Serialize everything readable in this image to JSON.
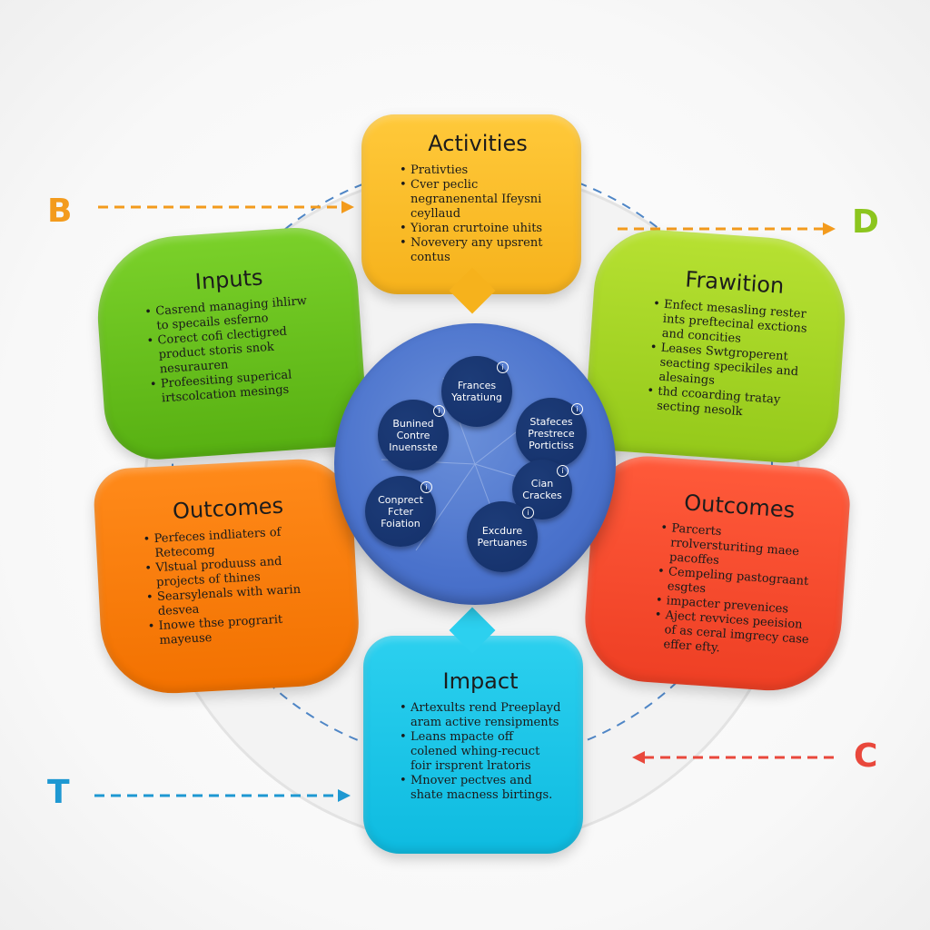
{
  "diagram": {
    "cards": {
      "activities": {
        "title": "Activities",
        "bullets": [
          "Prativties",
          "Cver peclic negranenental Ifeysni ceyllaud",
          "Yioran crurtoine uhits",
          "Novevery any upsrent contus"
        ],
        "color": "#f6b21c"
      },
      "inputs": {
        "title": "Inputs",
        "bullets": [
          "Casrend managing ihlirw to specails esferno",
          "Corect cofi clectigred product storis snok nesurauren",
          "Profeesiting superical irtscolcation mesings"
        ],
        "color": "#57b012"
      },
      "transition": {
        "title": "Frawition",
        "bullets": [
          "Enfect mesasling rester ints preftecinal exctions and concities",
          "Leases Swtgroperent seacting specikiles and alesaings",
          "thd ccoarding tratay secting nesolk"
        ],
        "color": "#94c91a"
      },
      "outcomes_left": {
        "title": "Outcomes",
        "bullets": [
          "Perfeces indliaters of Retecomg",
          "Vlstual produuss and projects of thines",
          "Searsylenals with warin desvea",
          "Inowe thse prograrit mayeuse"
        ],
        "color": "#f27100"
      },
      "outcomes_right": {
        "title": "Outcomes",
        "bullets": [
          "Parcerts rrolversturiting maee pacoffes",
          "Cempeling pastograant esgtes",
          "impacter prevenices",
          "Aject revvices peeision of as ceral imgrecy case effer efty."
        ],
        "color": "#ee3f24"
      },
      "impact": {
        "title": "Impact",
        "bullets": [
          "Artexults rend Preeplayd aram active rensipments",
          "Leans mpacte off colened whing-recuct foir irsprent lratoris",
          "Mnover pectves and shate macness birtings."
        ],
        "color": "#0ebbe0"
      }
    },
    "hub": {
      "color": "#4a72cc",
      "bubbles": [
        {
          "label": "Frances Yatratiung",
          "icon": "info-icon"
        },
        {
          "label": "Stafeces Prestrece Portictiss",
          "icon": "info-icon"
        },
        {
          "label": "Cian Crackes",
          "icon": "info-icon"
        },
        {
          "label": "Excdure Pertuanes",
          "icon": "info-icon"
        },
        {
          "label": "Conprect Fcter Foiation",
          "icon": "info-icon"
        },
        {
          "label": "Bunined Contre Inuensste",
          "icon": "info-icon"
        }
      ]
    },
    "side_letters": {
      "top_left": {
        "text": "B",
        "color": "#f39b1d"
      },
      "top_right": {
        "text": "D",
        "color": "#8cc51e"
      },
      "bottom_right": {
        "text": "C",
        "color": "#e9483c"
      },
      "bottom_left": {
        "text": "T",
        "color": "#1e98d2"
      }
    }
  }
}
